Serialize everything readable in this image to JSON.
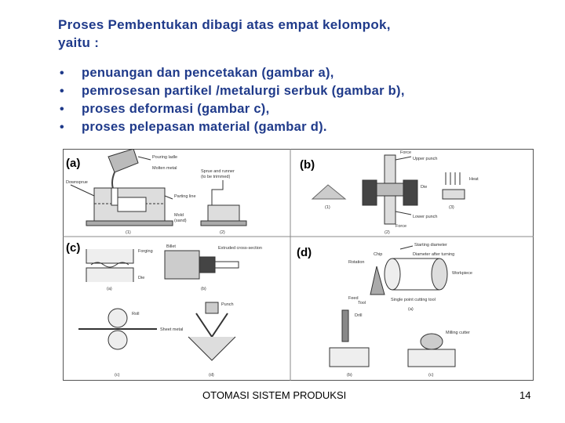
{
  "slide": {
    "title_line1": "Proses Pembentukan dibagi atas empat kelompok,",
    "title_line2": "yaitu :",
    "bullets": [
      "penuangan dan pencetakan (gambar a),",
      "pemrosesan partikel /metalurgi serbuk (gambar b),",
      "proses deformasi (gambar c),",
      "proses pelepasan material (gambar d)."
    ],
    "bullet_symbol": "•"
  },
  "figure": {
    "panels": {
      "a": "(a)",
      "b": "(b)",
      "c": "(c)",
      "d": "(d)"
    },
    "a_labels": {
      "pouring_ladle": "Pouring ladle",
      "molten_metal": "Molten metal",
      "sprue": "Sprue and runner",
      "sprue2": "(to be trimmed)",
      "downsprue": "Downsprue",
      "parting_line": "Parting line",
      "mold": "Mold",
      "mold2": "(sand)",
      "sub1": "(1)",
      "sub2": "(2)"
    },
    "b_labels": {
      "force_top": "Force",
      "upper_punch": "Upper punch",
      "die": "Die",
      "lower_punch": "Lower punch",
      "force_bottom": "Force",
      "heat": "Heat",
      "sub1": "(1)",
      "sub2": "(2)",
      "sub3": "(3)"
    },
    "c_labels": {
      "forging": "Forging",
      "die": "Die",
      "billet": "Billet",
      "extruded": "Extruded cross-section",
      "roll": "Roll",
      "sheet": "Sheet metal",
      "punch": "Punch",
      "sub_a": "(a)",
      "sub_b": "(b)",
      "sub_c": "(c)",
      "sub_d": "(d)"
    },
    "d_labels": {
      "starting_diameter": "Starting diameter",
      "chip": "Chip",
      "diameter_after": "Diameter after turning",
      "rotation": "Rotation",
      "workpiece": "Workpiece",
      "feed": "Feed",
      "tool": "Tool",
      "single_point": "Single point cutting tool",
      "drill": "Drill",
      "milling_cutter": "Milling cutter",
      "sub_a": "(a)",
      "sub_b": "(b)",
      "sub_c": "(c)"
    }
  },
  "footer": {
    "text": "OTOMASI SISTEM PRODUKSI",
    "page": "14"
  }
}
